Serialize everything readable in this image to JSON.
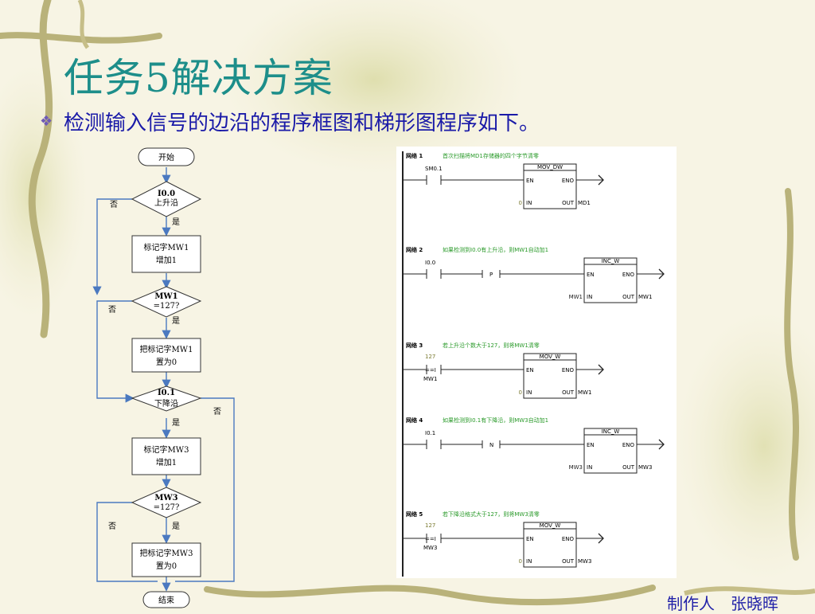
{
  "slide": {
    "title": "任务5解决方案",
    "bullet": "检测输入信号的边沿的程序框图和梯形图程序如下。",
    "author": "制作人　张晓晖"
  },
  "flowchart": {
    "start": "开始",
    "end": "结束",
    "dec1": [
      "I0.0",
      "上升沿"
    ],
    "box1": [
      "标记字MW1",
      "增加1"
    ],
    "dec2": [
      "MW1",
      "=127?"
    ],
    "box2": [
      "把标记字MW1",
      "置为0"
    ],
    "dec3": [
      "I0.1",
      "下降沿"
    ],
    "box3": [
      "标记字MW3",
      "增加1"
    ],
    "dec4": [
      "MW3",
      "=127?"
    ],
    "box4": [
      "把标记字MW3",
      "置为0"
    ],
    "yes": "是",
    "no": "否"
  },
  "ladder": {
    "networks": [
      {
        "label": "网络 1",
        "comment": "首次扫描将MD1存储器的四个字节清零",
        "contact_addr": "SM0.1",
        "contact_extra": "",
        "edge": "",
        "block": "MOV_DW",
        "en": "EN",
        "eno": "ENO",
        "in_pin": "IN",
        "out_pin": "OUT",
        "in_val": "0",
        "out_val": "MD1"
      },
      {
        "label": "网络 2",
        "comment": "如果检测到I0.0有上升沿，则MW1自动加1",
        "contact_addr": "I0.0",
        "contact_extra": "",
        "edge": "P",
        "block": "INC_W",
        "en": "EN",
        "eno": "ENO",
        "in_pin": "IN",
        "out_pin": "OUT",
        "in_val": "MW1",
        "out_val": "MW1"
      },
      {
        "label": "网络 3",
        "comment": "若上升沿个数大于127，则将MW1清零",
        "contact_addr": "127",
        "contact_extra": "MW1",
        "contact_op": "==I",
        "edge": "",
        "block": "MOV_W",
        "en": "EN",
        "eno": "ENO",
        "in_pin": "IN",
        "out_pin": "OUT",
        "in_val": "0",
        "out_val": "MW1"
      },
      {
        "label": "网络 4",
        "comment": "如果检测到I0.1有下降沿，则MW3自动加1",
        "contact_addr": "I0.1",
        "contact_extra": "",
        "edge": "N",
        "block": "INC_W",
        "en": "EN",
        "eno": "ENO",
        "in_pin": "IN",
        "out_pin": "OUT",
        "in_val": "MW3",
        "out_val": "MW3"
      },
      {
        "label": "网络 5",
        "comment": "若下降沿格式大于127，则将MW3清零",
        "contact_addr": "127",
        "contact_extra": "MW3",
        "contact_op": "==I",
        "edge": "",
        "block": "MOV_W",
        "en": "EN",
        "eno": "ENO",
        "in_pin": "IN",
        "out_pin": "OUT",
        "in_val": "0",
        "out_val": "MW3"
      }
    ]
  },
  "colors": {
    "title": "#1d8e8a",
    "bullet_text": "#1a1aa8",
    "flow_arrow": "#4b79c0",
    "ladder_comment": "#2a9a2a",
    "ladder_value": "#7a7a30"
  }
}
